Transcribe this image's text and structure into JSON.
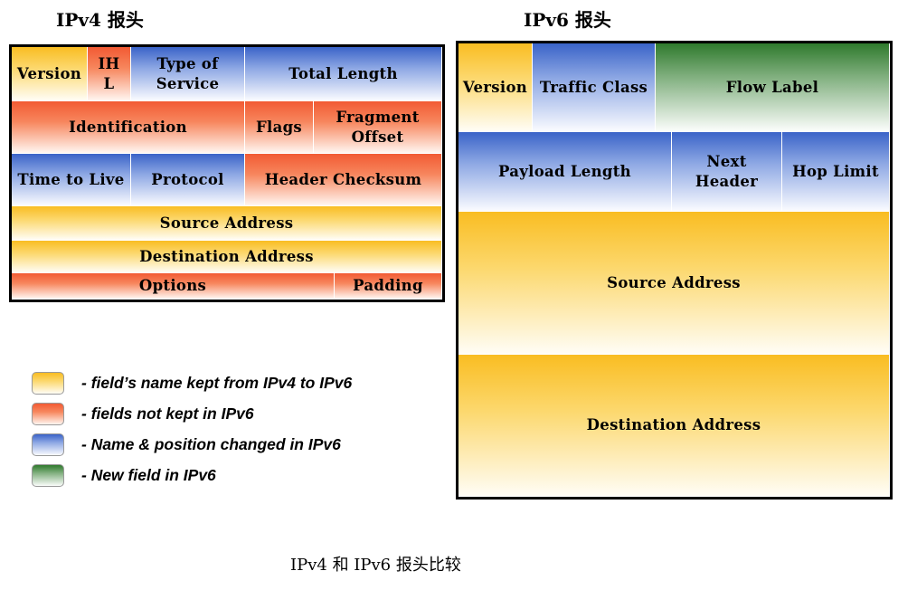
{
  "ipv4": {
    "title": "IPv4 报头",
    "fields": {
      "version": "Version",
      "ihl": "IH\nL",
      "type_of_service": "Type of\nService",
      "total_length": "Total Length",
      "identification": "Identification",
      "flags": "Flags",
      "fragment_offset": "Fragment\nOffset",
      "time_to_live": "Time to Live",
      "protocol": "Protocol",
      "header_checksum": "Header Checksum",
      "source_address": "Source Address",
      "destination_address": "Destination Address",
      "options": "Options",
      "padding": "Padding"
    }
  },
  "ipv6": {
    "title": "IPv6 报头",
    "fields": {
      "version": "Version",
      "traffic_class": "Traffic Class",
      "flow_label": "Flow Label",
      "payload_length": "Payload Length",
      "next_header": "Next\nHeader",
      "hop_limit": "Hop Limit",
      "source_address": "Source Address",
      "destination_address": "Destination Address"
    }
  },
  "legend": {
    "kept": "- field’s name kept from IPv4 to IPv6",
    "not_kept": "- fields not kept in IPv6",
    "changed": "- Name & position changed in IPv6",
    "new": "- New field in IPv6"
  },
  "colors": {
    "kept": "#f9bd22",
    "not_kept": "#f25a33",
    "changed": "#3a63c8",
    "new": "#2f7a2d"
  },
  "caption": "IPv4 和 IPv6 报头比较"
}
